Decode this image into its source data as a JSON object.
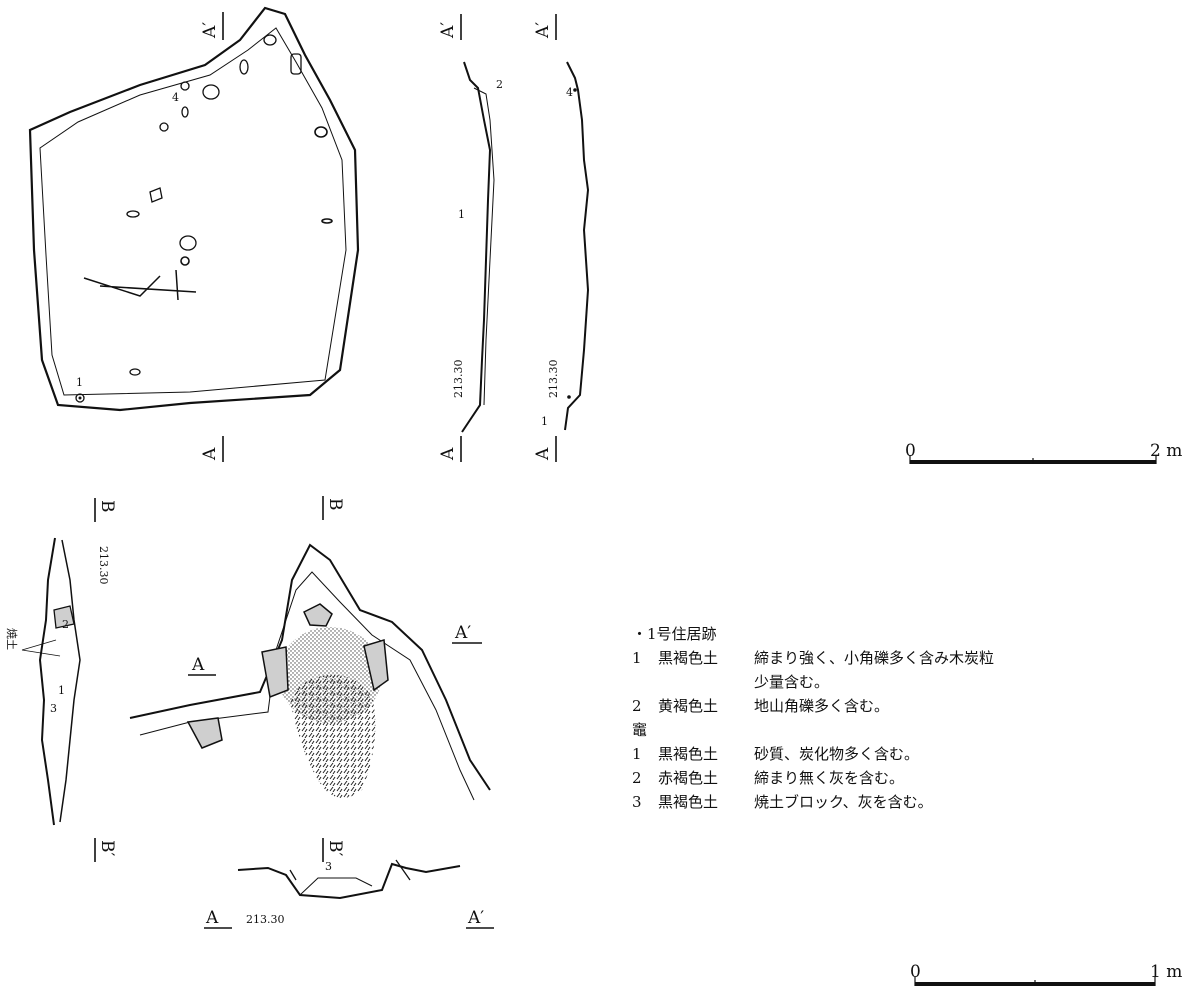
{
  "section_labels": {
    "a": "A",
    "a_prime": "A′",
    "b": "B",
    "b_prime": "B′"
  },
  "elevation": "213.30",
  "feature_numbers": [
    "1",
    "2",
    "3",
    "4"
  ],
  "burnt_soil_label": "焼土",
  "scale_large": {
    "zero": "0",
    "end": "2 m"
  },
  "scale_small": {
    "zero": "0",
    "end": "1 m"
  },
  "legend": {
    "title": "・1号住居跡",
    "dwelling_layers": [
      {
        "num": "1",
        "soil": "黒褐色土",
        "desc": "締まり強く、小角礫多く含み木炭粒",
        "desc2": "少量含む。"
      },
      {
        "num": "2",
        "soil": "黄褐色土",
        "desc": "地山角礫多く含む。"
      }
    ],
    "hearth_title": "竈",
    "hearth_layers": [
      {
        "num": "1",
        "soil": "黒褐色土",
        "desc": "砂質、炭化物多く含む。"
      },
      {
        "num": "2",
        "soil": "赤褐色土",
        "desc": "締まり無く灰を含む。"
      },
      {
        "num": "3",
        "soil": "黒褐色土",
        "desc": "焼土ブロック、灰を含む。"
      }
    ]
  }
}
